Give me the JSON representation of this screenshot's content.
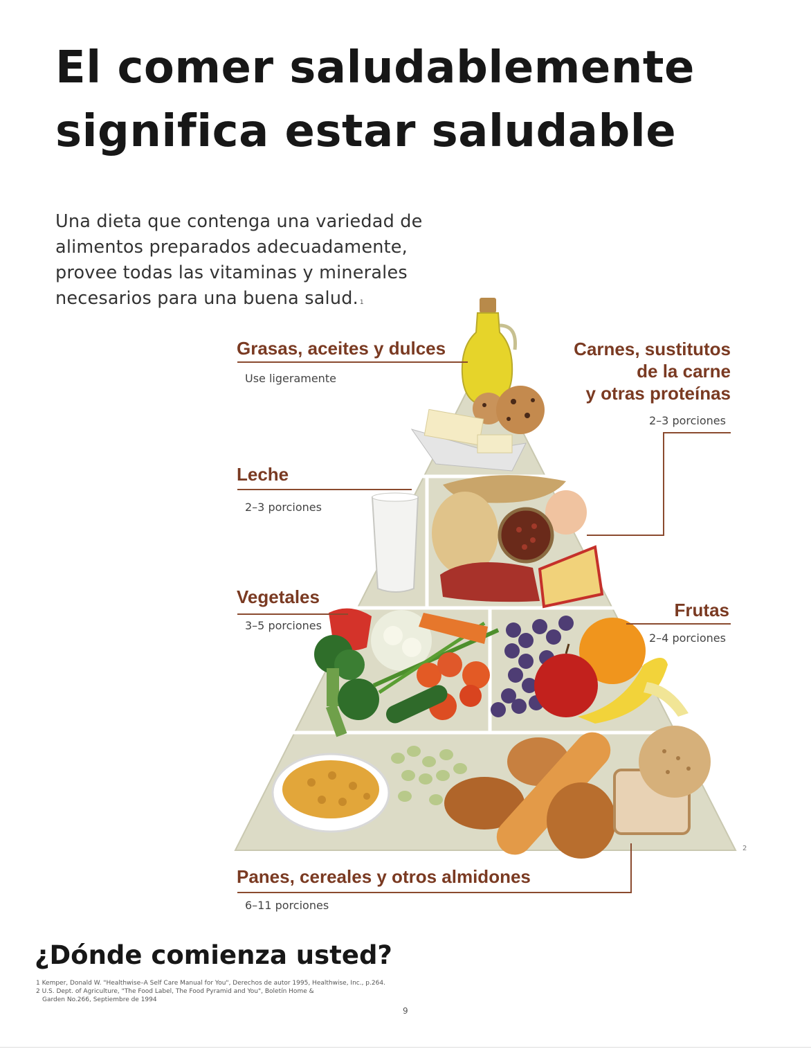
{
  "title": {
    "line1": "El comer saludablemente",
    "line2": "significa estar saludable"
  },
  "intro": {
    "line1": "Una dieta que contenga una variedad de",
    "line2": "alimentos preparados adecuadamente,",
    "line3": "provee todas las vitaminas y minerales",
    "line4": "necesarios para una buena salud.",
    "footnote_mark": "1"
  },
  "pyramid": {
    "fats": {
      "label": "Grasas, aceites y dulces",
      "servings": "Use ligeramente"
    },
    "meat": {
      "label_line1": "Carnes, sustitutos",
      "label_line2": "de la carne",
      "label_line3": "y otras proteínas",
      "servings": "2–3 porciones"
    },
    "milk": {
      "label": "Leche",
      "servings": "2–3 porciones"
    },
    "vegetables": {
      "label": "Vegetales",
      "servings": "3–5 porciones"
    },
    "fruits": {
      "label": "Frutas",
      "servings": "2–4 porciones"
    },
    "grains": {
      "label": "Panes, cereales y otros almidones",
      "servings": "6–11 porciones"
    },
    "ref_mark": "2"
  },
  "colors": {
    "label_brown": "#7a3a22",
    "rule_brown": "#8a4a2e",
    "pyramid_face": "#d9d8c4"
  },
  "bottom": {
    "heading": "¿Dónde comienza usted?",
    "footnote1": "1 Kemper, Donald W. \"Healthwise–A Self Care Manual for You\", Derechos de autor 1995, Healthwise, Inc., p.264.",
    "footnote2a": "2 U.S. Dept. of Agriculture, \"The Food Label, The Food Pyramid and You\", Boletín Home &",
    "footnote2b": "Garden No.266, Septiembre de 1994",
    "page_number": "9"
  }
}
